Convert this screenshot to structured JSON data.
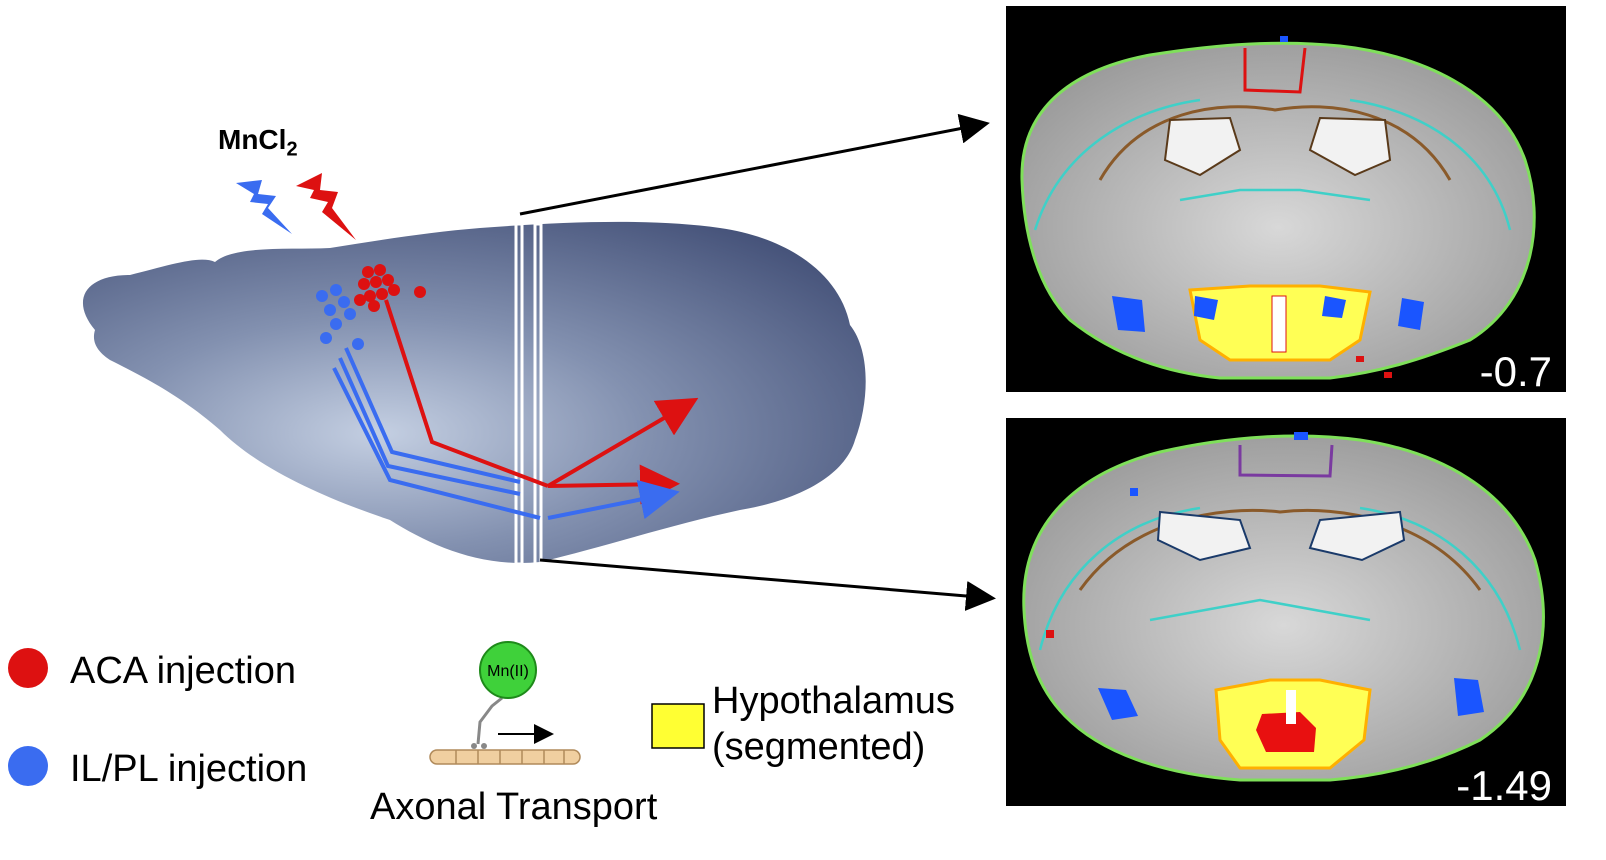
{
  "title": {
    "prefix": "MnCl",
    "subscript": "2"
  },
  "legend": {
    "aca": {
      "label": "ACA injection",
      "color": "#dd1111"
    },
    "ilpl": {
      "label": "IL/PL injection",
      "color": "#3a6cf0"
    },
    "hypothalamus": {
      "line1": "Hypothalamus",
      "line2": "(segmented)",
      "color": "#ffff33"
    }
  },
  "transport": {
    "ion_label": "Mn(II)",
    "caption": "Axonal Transport"
  },
  "sections": [
    {
      "coordinate": "-0.7"
    },
    {
      "coordinate": "-1.49"
    }
  ],
  "colors": {
    "brain": "#5a6888",
    "ion": "#3fd13a",
    "axon": "#f0cfa0"
  }
}
